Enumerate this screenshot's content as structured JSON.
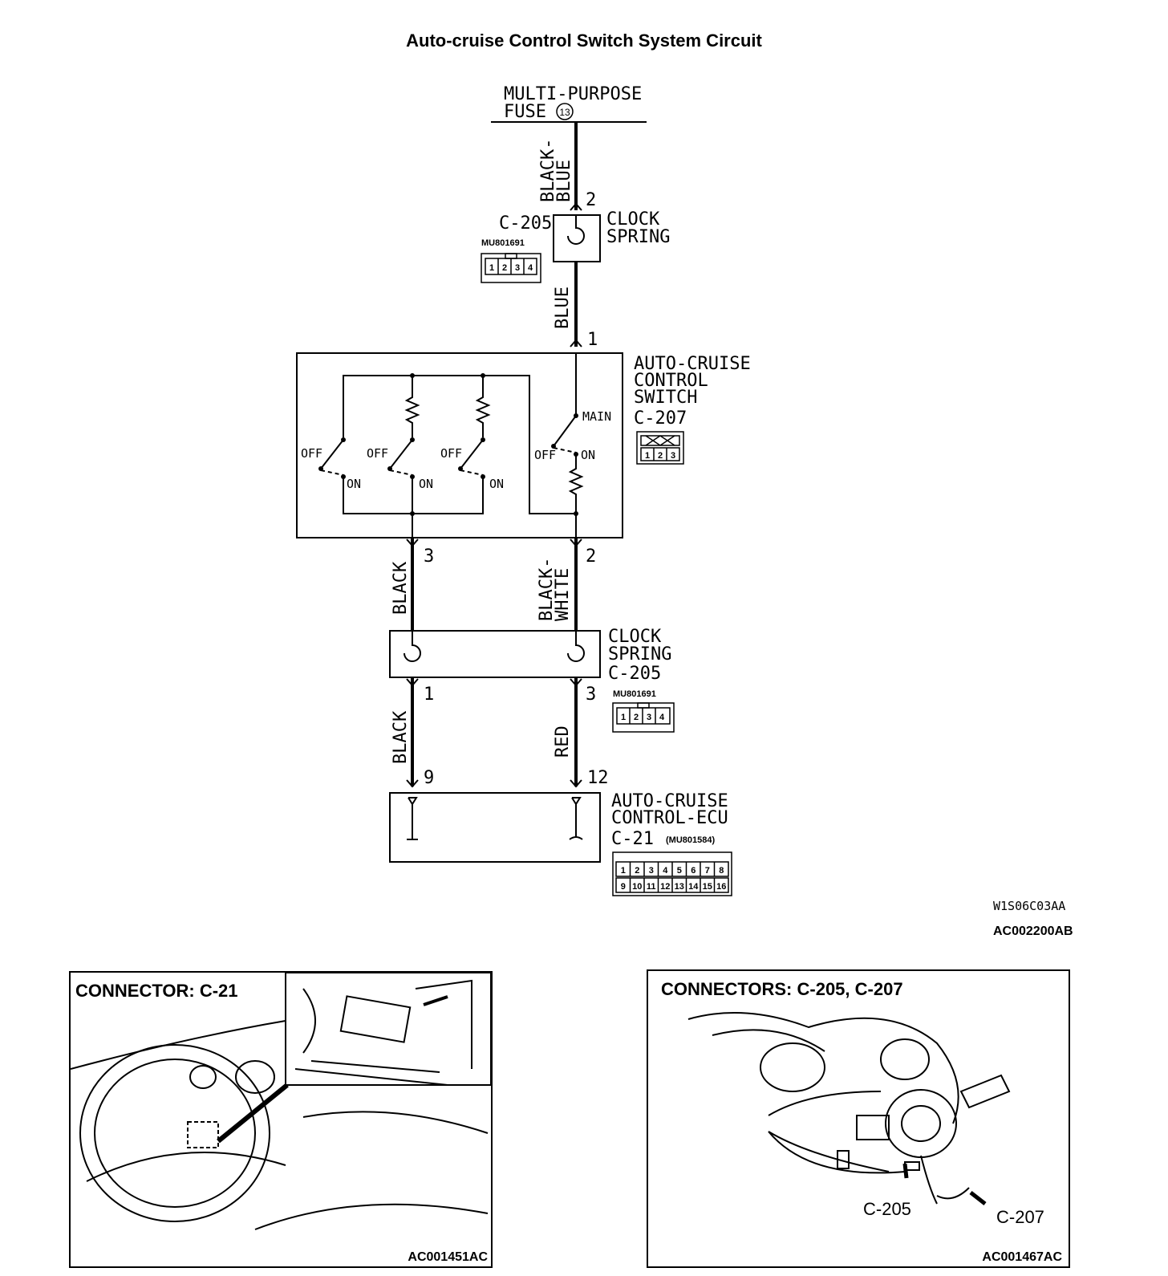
{
  "title": "Auto-cruise Control Switch System Circuit",
  "fuse": {
    "line1": "MULTI-PURPOSE",
    "line2": "FUSE",
    "num": "13"
  },
  "wires": {
    "black_blue": [
      "BLACK-",
      "BLUE"
    ],
    "blue": "BLUE",
    "black_top": "BLACK",
    "black_white": [
      "BLACK-",
      "WHITE"
    ],
    "black_bottom": "BLACK",
    "red": "RED"
  },
  "pins": {
    "cs_top_in": "2",
    "cs_top_out": "1",
    "sw_left_out": "3",
    "sw_right_out": "2",
    "cs2_left": "1",
    "cs2_right": "3",
    "ecu_left": "9",
    "ecu_right": "12"
  },
  "components": {
    "clock_spring_top": {
      "connector": "C-205",
      "name": [
        "CLOCK",
        "SPRING"
      ],
      "part": "MU801691",
      "pins": [
        "1",
        "2",
        "3",
        "4"
      ]
    },
    "switch": {
      "name": [
        "AUTO-CRUISE",
        "CONTROL",
        "SWITCH"
      ],
      "connector": "C-207",
      "pins": [
        "1",
        "2",
        "3"
      ],
      "states": {
        "off": "OFF",
        "on": "ON",
        "main": "MAIN"
      }
    },
    "clock_spring_bottom": {
      "name": [
        "CLOCK",
        "SPRING",
        "C-205"
      ],
      "part": "MU801691",
      "pins": [
        "1",
        "2",
        "3",
        "4"
      ]
    },
    "ecu": {
      "name": [
        "AUTO-CRUISE",
        "CONTROL-ECU"
      ],
      "connector": "C-21",
      "part": "(MU801584)",
      "pins_top": [
        "1",
        "2",
        "3",
        "4",
        "5",
        "6",
        "7",
        "8"
      ],
      "pins_bottom": [
        "9",
        "10",
        "11",
        "12",
        "13",
        "14",
        "15",
        "16"
      ]
    }
  },
  "codes": {
    "diagram": "W1S06C03AA",
    "figure": "AC002200AB"
  },
  "panels": {
    "left": {
      "title": "CONNECTOR: C-21",
      "code": "AC001451AC"
    },
    "right": {
      "title": "CONNECTORS: C-205, C-207",
      "code": "AC001467AC",
      "label1": "C-205",
      "label2": "C-207"
    }
  }
}
